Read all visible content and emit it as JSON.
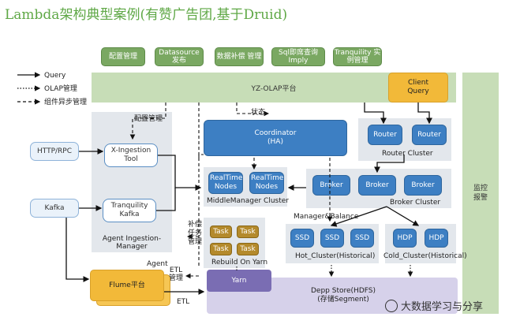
{
  "title": "Lambda架构典型案例(有赞广告团,基于Druid)",
  "top_modules": [
    "配置管理",
    "Datasource 发布",
    "数据补偿 管理",
    "Sql即席查询 Imply",
    "Tranquility 实例管理"
  ],
  "legend": {
    "query": "Query",
    "olap": "OLAP管理",
    "async": "组件异步管理"
  },
  "olap_platform": "YZ-OLAP平台",
  "client_query": "Client Query",
  "monitor": "监控 报警",
  "sources": {
    "http": "HTTP/RPC",
    "kafka": "Kafka"
  },
  "agent": {
    "x_ingestion": "X-Ingestion Tool",
    "tranquility": "Tranquility Kafka",
    "label": "Agent Ingestion-Manager",
    "config": "配置管理"
  },
  "coordinator": "Coordinator (HA)",
  "status": "状态",
  "router": {
    "node": "Router",
    "cluster": "Router Cluster"
  },
  "middle": {
    "node": "RealTime Nodes",
    "cluster": "MiddleManager Cluster"
  },
  "broker": {
    "node": "Broker",
    "cluster": "Broker Cluster"
  },
  "manager_balance": "Manager&Balance",
  "hot": {
    "node": "SSD",
    "cluster": "Hot_Cluster(Historical)"
  },
  "cold": {
    "node": "HDP",
    "cluster": "Cold_Cluster(Historical)"
  },
  "tasks": {
    "task": "Task",
    "rebuild": "Rebuild On Yarn",
    "comp": "补偿 任务 管理"
  },
  "flume": {
    "name": "Flume平台",
    "agent": "Agent",
    "etl_mgmt": "ETL 管理",
    "etl": "ETL"
  },
  "yarn": "Yarn",
  "deep": "Depp Store(HDFS) (存储Segment)",
  "watermark": "大数据学习与分享",
  "colors": {
    "green": "#7aa862",
    "blue": "#3d7fc3",
    "gold": "#f2b939",
    "task": "#b48a2c",
    "purple": "#7a6db3"
  }
}
